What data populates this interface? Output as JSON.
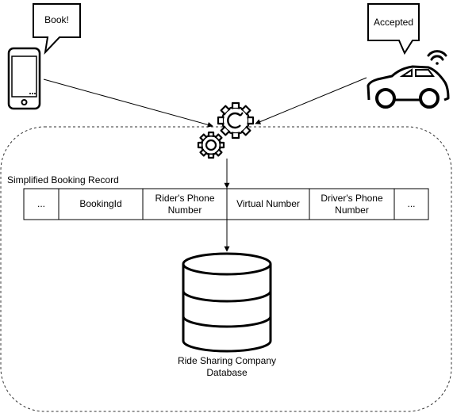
{
  "phone_bubble": {
    "text": "Book!"
  },
  "car_bubble": {
    "text": "Accepted"
  },
  "record": {
    "title": "Simplified Booking Record",
    "fields": [
      "...",
      "BookingId",
      "Rider's Phone Number",
      "Virtual Number",
      "Driver's Phone Number",
      "..."
    ]
  },
  "database": {
    "label": "Ride Sharing Company Database"
  },
  "icons": [
    "smartphone-icon",
    "car-icon",
    "wifi-icon",
    "gears-icon",
    "database-icon"
  ]
}
